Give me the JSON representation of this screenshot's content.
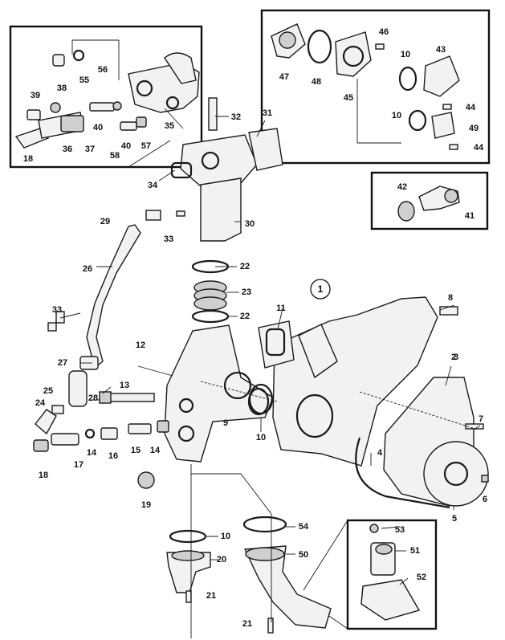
{
  "diagram": {
    "main_ref": "1",
    "labels": {
      "n2": "2",
      "n3": "3",
      "n4": "4",
      "n5": "5",
      "n6": "6",
      "n7": "7",
      "n8": "8",
      "n9": "9",
      "n10a": "10",
      "n10b": "10",
      "n10c": "10",
      "n10d": "10",
      "n11": "11",
      "n12": "12",
      "n13": "13",
      "n14a": "14",
      "n14b": "14",
      "n15": "15",
      "n16": "16",
      "n17": "17",
      "n18a": "18",
      "n18b": "18",
      "n19": "19",
      "n20": "20",
      "n21a": "21",
      "n21b": "21",
      "n22a": "22",
      "n22b": "22",
      "n23": "23",
      "n24": "24",
      "n25": "25",
      "n26": "26",
      "n27": "27",
      "n28": "28",
      "n29": "29",
      "n30": "30",
      "n31": "31",
      "n32": "32",
      "n33a": "33",
      "n33b": "33",
      "n34": "34",
      "n35": "35",
      "n36": "36",
      "n37": "37",
      "n38": "38",
      "n39": "39",
      "n40a": "40",
      "n40b": "40",
      "n41": "41",
      "n42": "42",
      "n43": "43",
      "n44a": "44",
      "n44b": "44",
      "n45": "45",
      "n46": "46",
      "n47": "47",
      "n48": "48",
      "n49": "49",
      "n50": "50",
      "n51": "51",
      "n52": "52",
      "n53": "53",
      "n54": "54",
      "n55": "55",
      "n56": "56",
      "n57": "57",
      "n58": "58"
    }
  }
}
